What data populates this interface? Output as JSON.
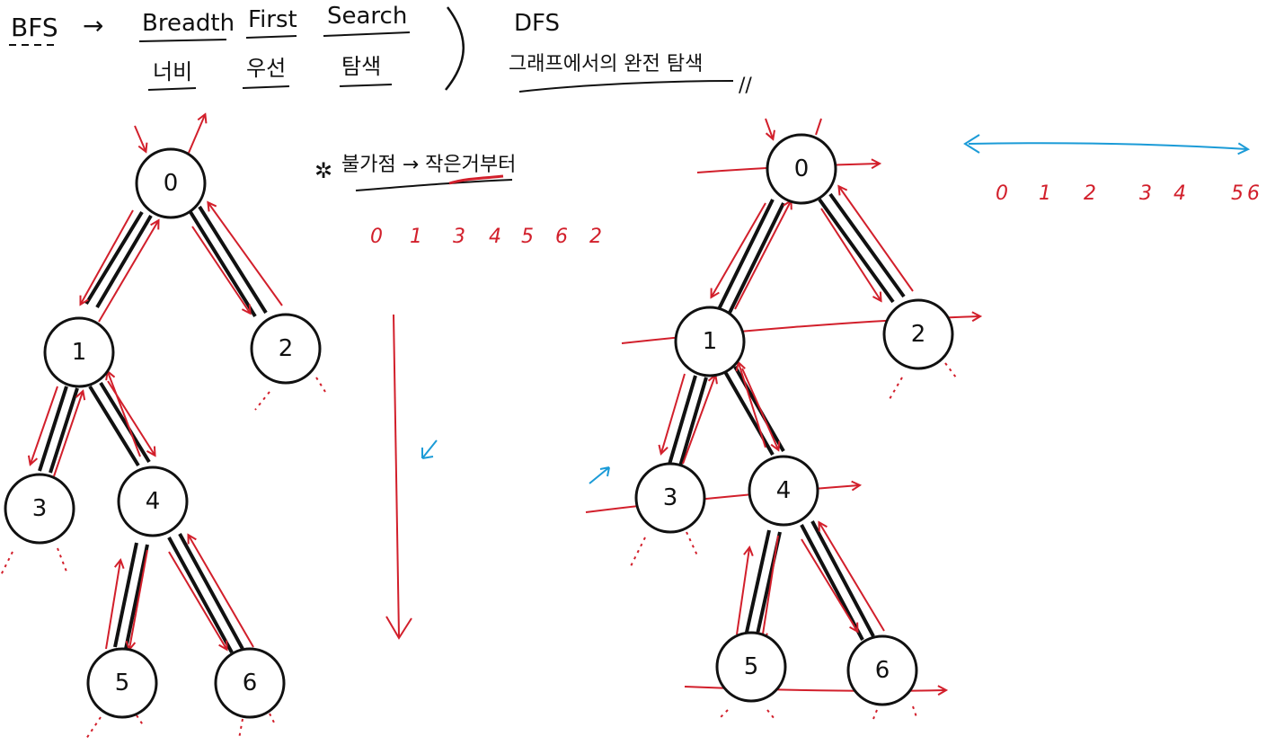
{
  "header": {
    "bfs_abbr": "BFS",
    "arrow_glyph": "→",
    "words_en": [
      "Breadth",
      "First",
      "Search"
    ],
    "words_ko": [
      "너비",
      "우선",
      "탐색"
    ],
    "dfs_abbr": "DFS",
    "dfs_desc": "그래프에서의 완전 탐색",
    "dfs_mark": "//"
  },
  "note": {
    "star": "✲",
    "rule": "불가점 → 작은거부터"
  },
  "bfs_order": [
    "0",
    "1",
    "3",
    "4",
    "5",
    "6",
    "2"
  ],
  "dfs_order": [
    "0",
    "1",
    "2",
    "3",
    "4",
    "5",
    "6"
  ],
  "tree_nodes": [
    "0",
    "1",
    "2",
    "3",
    "4",
    "5",
    "6"
  ],
  "colors": {
    "ink": "#111111",
    "red": "#d21f2b",
    "blue": "#1b9bd7"
  }
}
